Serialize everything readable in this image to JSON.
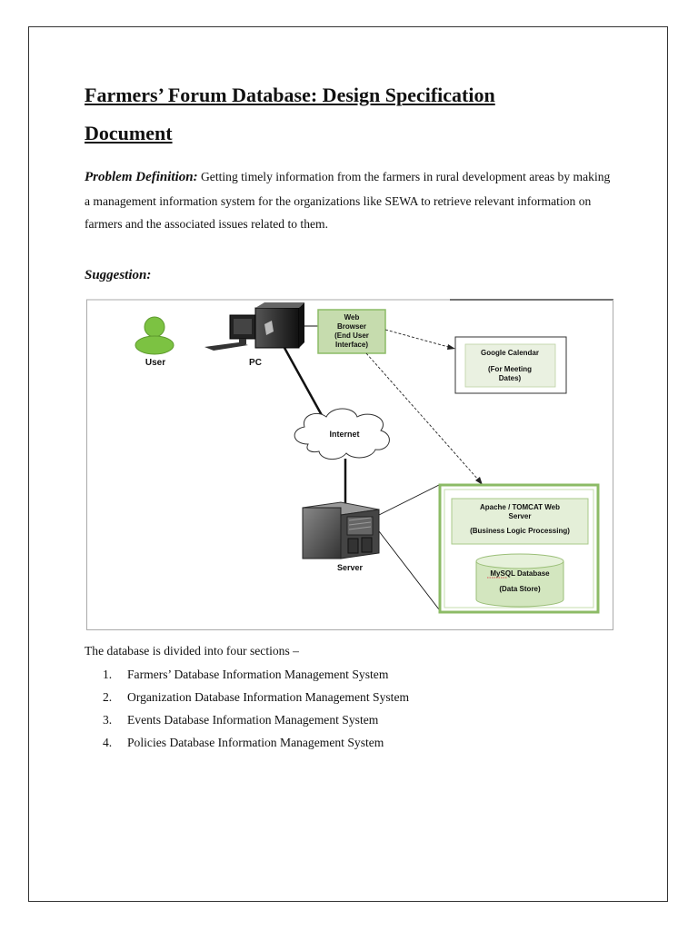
{
  "document": {
    "title_line1": "Farmers’ Forum Database: Design Specification",
    "title_line2": "Document",
    "problem_label": "Problem Definition:",
    "problem_text": " Getting timely information from the farmers in rural development areas by making a management information system for the organizations like SEWA to retrieve relevant information on farmers and the associated issues related to them.",
    "suggestion_label": "Suggestion:",
    "sections_intro": "The database is divided into four sections –",
    "sections": [
      {
        "num": "1.",
        "text": "Farmers’ Database Information Management System"
      },
      {
        "num": "2.",
        "text": "Organization Database Information Management System"
      },
      {
        "num": "3.",
        "text": "Events Database Information Management System"
      },
      {
        "num": "4.",
        "text": "Policies Database Information Management System"
      }
    ]
  },
  "diagram": {
    "user_label": "User",
    "pc_label": "PC",
    "web_browser_lines": [
      "Web",
      "Browser",
      "(End User",
      "Interface)"
    ],
    "google_calendar_lines": [
      "Google Calendar",
      "(For Meeting",
      "Dates)"
    ],
    "internet_label": "Internet",
    "server_label": "Server",
    "web_server_lines": [
      "Apache / TOMCAT Web",
      "Server",
      "(Business Logic Processing)"
    ],
    "database_lines": [
      "MySQL Database",
      "(Data Store)"
    ],
    "colors": {
      "green_box": "#c6dcae",
      "green_border": "#8cbb66",
      "user_green": "#7cc242",
      "light_box": "#eaf1e1"
    }
  }
}
